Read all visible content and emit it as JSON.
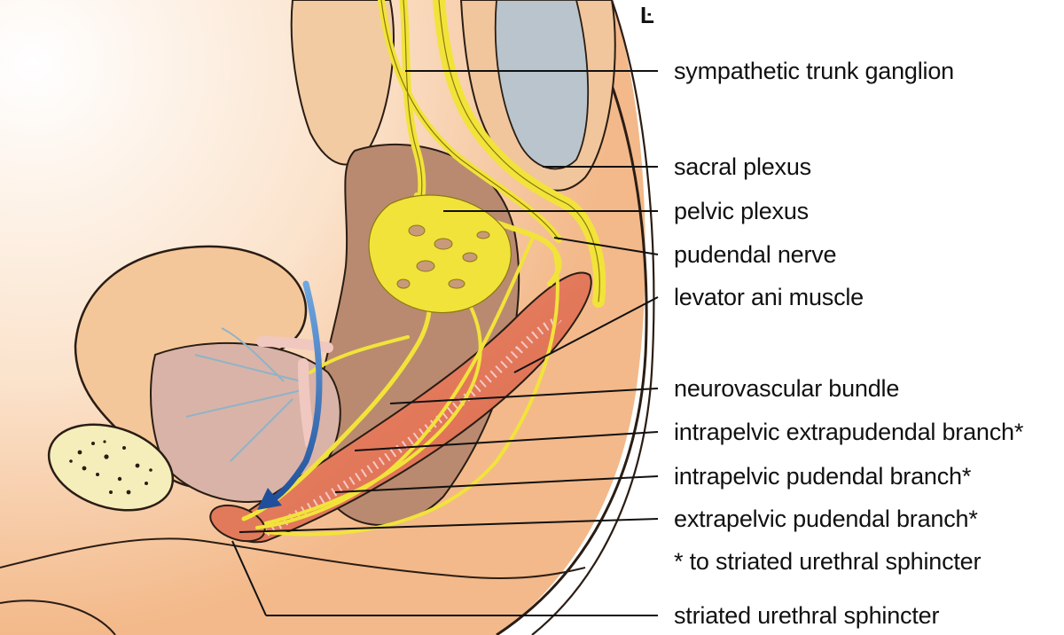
{
  "figure": {
    "corner_mark": "Ŀ",
    "labels": [
      {
        "text": "sympathetic trunk ganglion"
      },
      {
        "text": "sacral plexus"
      },
      {
        "text": "pelvic plexus"
      },
      {
        "text": "pudendal nerve"
      },
      {
        "text": "levator ani muscle"
      },
      {
        "text": "neurovascular bundle"
      },
      {
        "text": "intrapelvic extrapudendal branch*"
      },
      {
        "text": "intrapelvic pudendal branch*"
      },
      {
        "text": "extrapelvic pudendal branch*"
      },
      {
        "text": "* to striated urethral sphincter"
      },
      {
        "text": "striated urethral sphincter"
      }
    ]
  },
  "colors": {
    "skin": "#f6c9a0",
    "tissue": "#f3b98a",
    "nerve": "#f2e33a",
    "nerve_stroke": "#8a7a10",
    "muscle": "#e57a5c",
    "rectum": "#b98a70",
    "bladder": "#f4c79a",
    "bone": "#f5eebb",
    "arrow": "#2b67b3",
    "sacrum_gray": "#b9c4cc",
    "outline": "#2a1d14"
  }
}
